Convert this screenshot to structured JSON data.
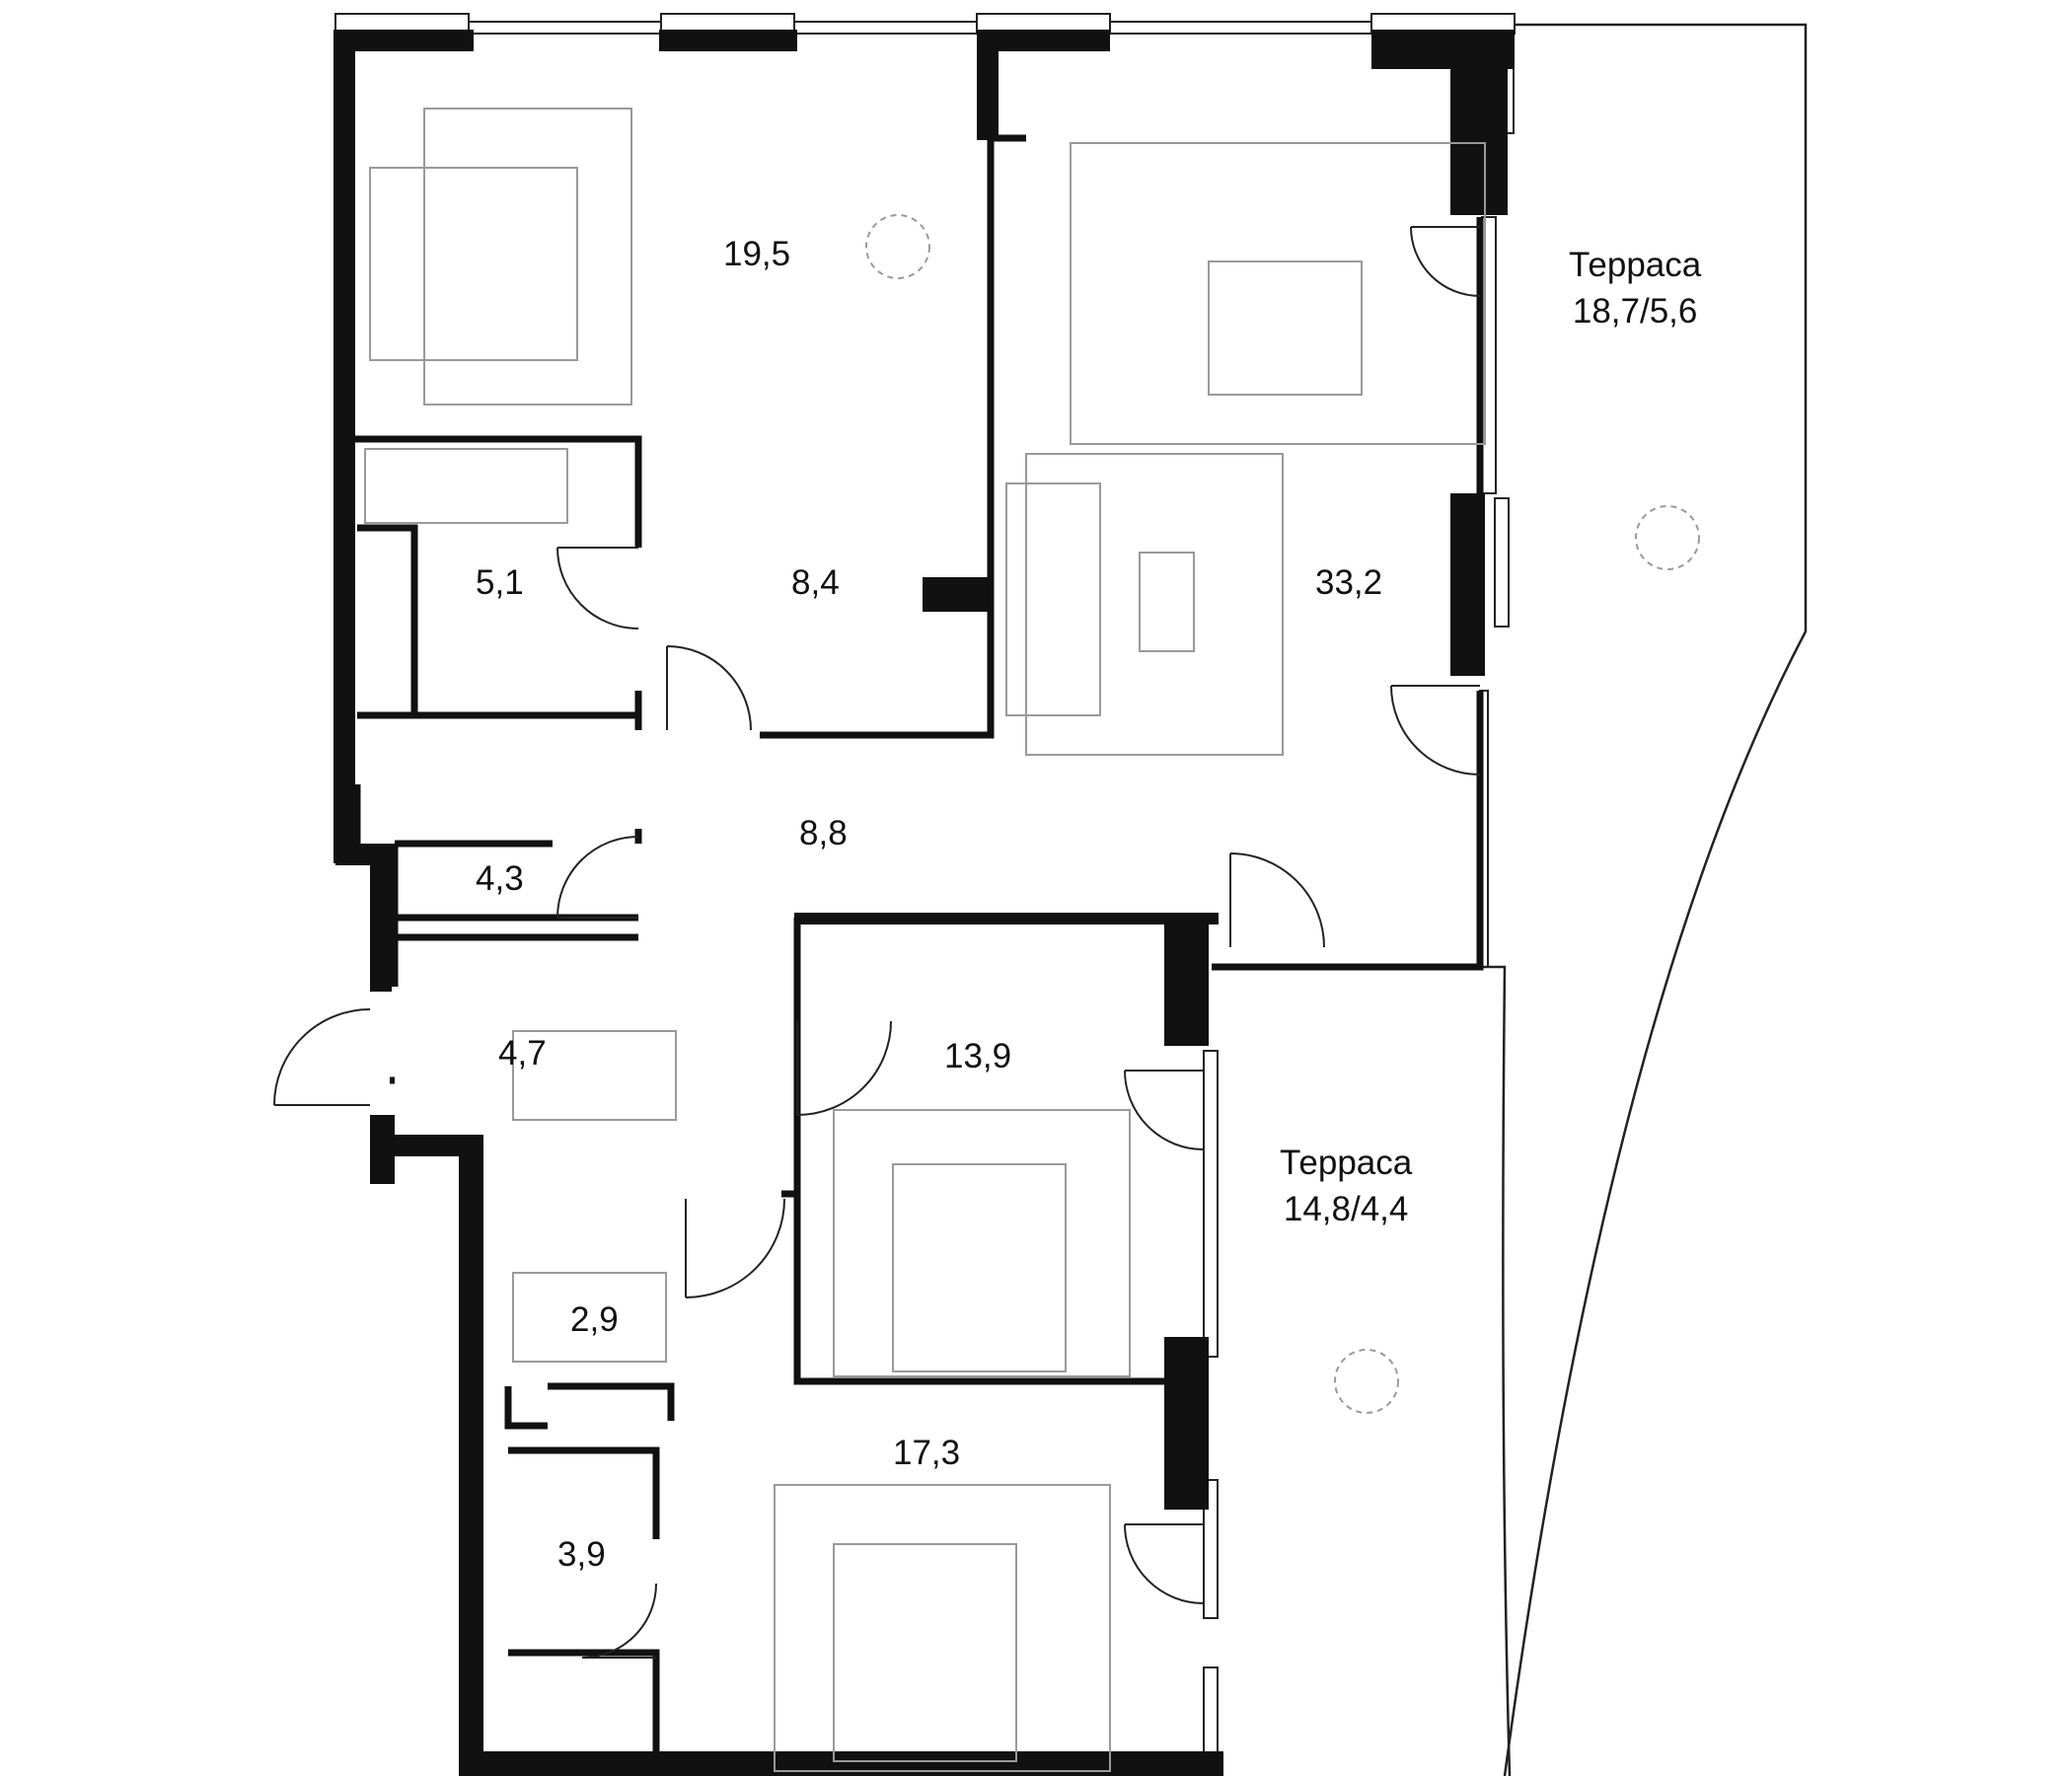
{
  "plan": {
    "rooms": [
      {
        "id": "bedroom-1",
        "area": "19,5"
      },
      {
        "id": "living-kitchen",
        "area": "33,2"
      },
      {
        "id": "bathroom-1",
        "area": "5,1"
      },
      {
        "id": "dressing-1",
        "area": "8,4"
      },
      {
        "id": "hall",
        "area": "8,8"
      },
      {
        "id": "bathroom-2",
        "area": "4,3"
      },
      {
        "id": "entry",
        "area": "4,7"
      },
      {
        "id": "bedroom-2",
        "area": "13,9"
      },
      {
        "id": "closet",
        "area": "2,9"
      },
      {
        "id": "bedroom-3",
        "area": "17,3"
      },
      {
        "id": "bathroom-3",
        "area": "3,9"
      }
    ],
    "terraces": [
      {
        "id": "terrace-1",
        "name": "Терраса",
        "area": "18,7/5,6"
      },
      {
        "id": "terrace-2",
        "name": "Терраса",
        "area": "14,8/4,4"
      }
    ],
    "colors": {
      "wall": "#111111",
      "line": "#222222",
      "furniture": "#9a9a9a"
    }
  }
}
